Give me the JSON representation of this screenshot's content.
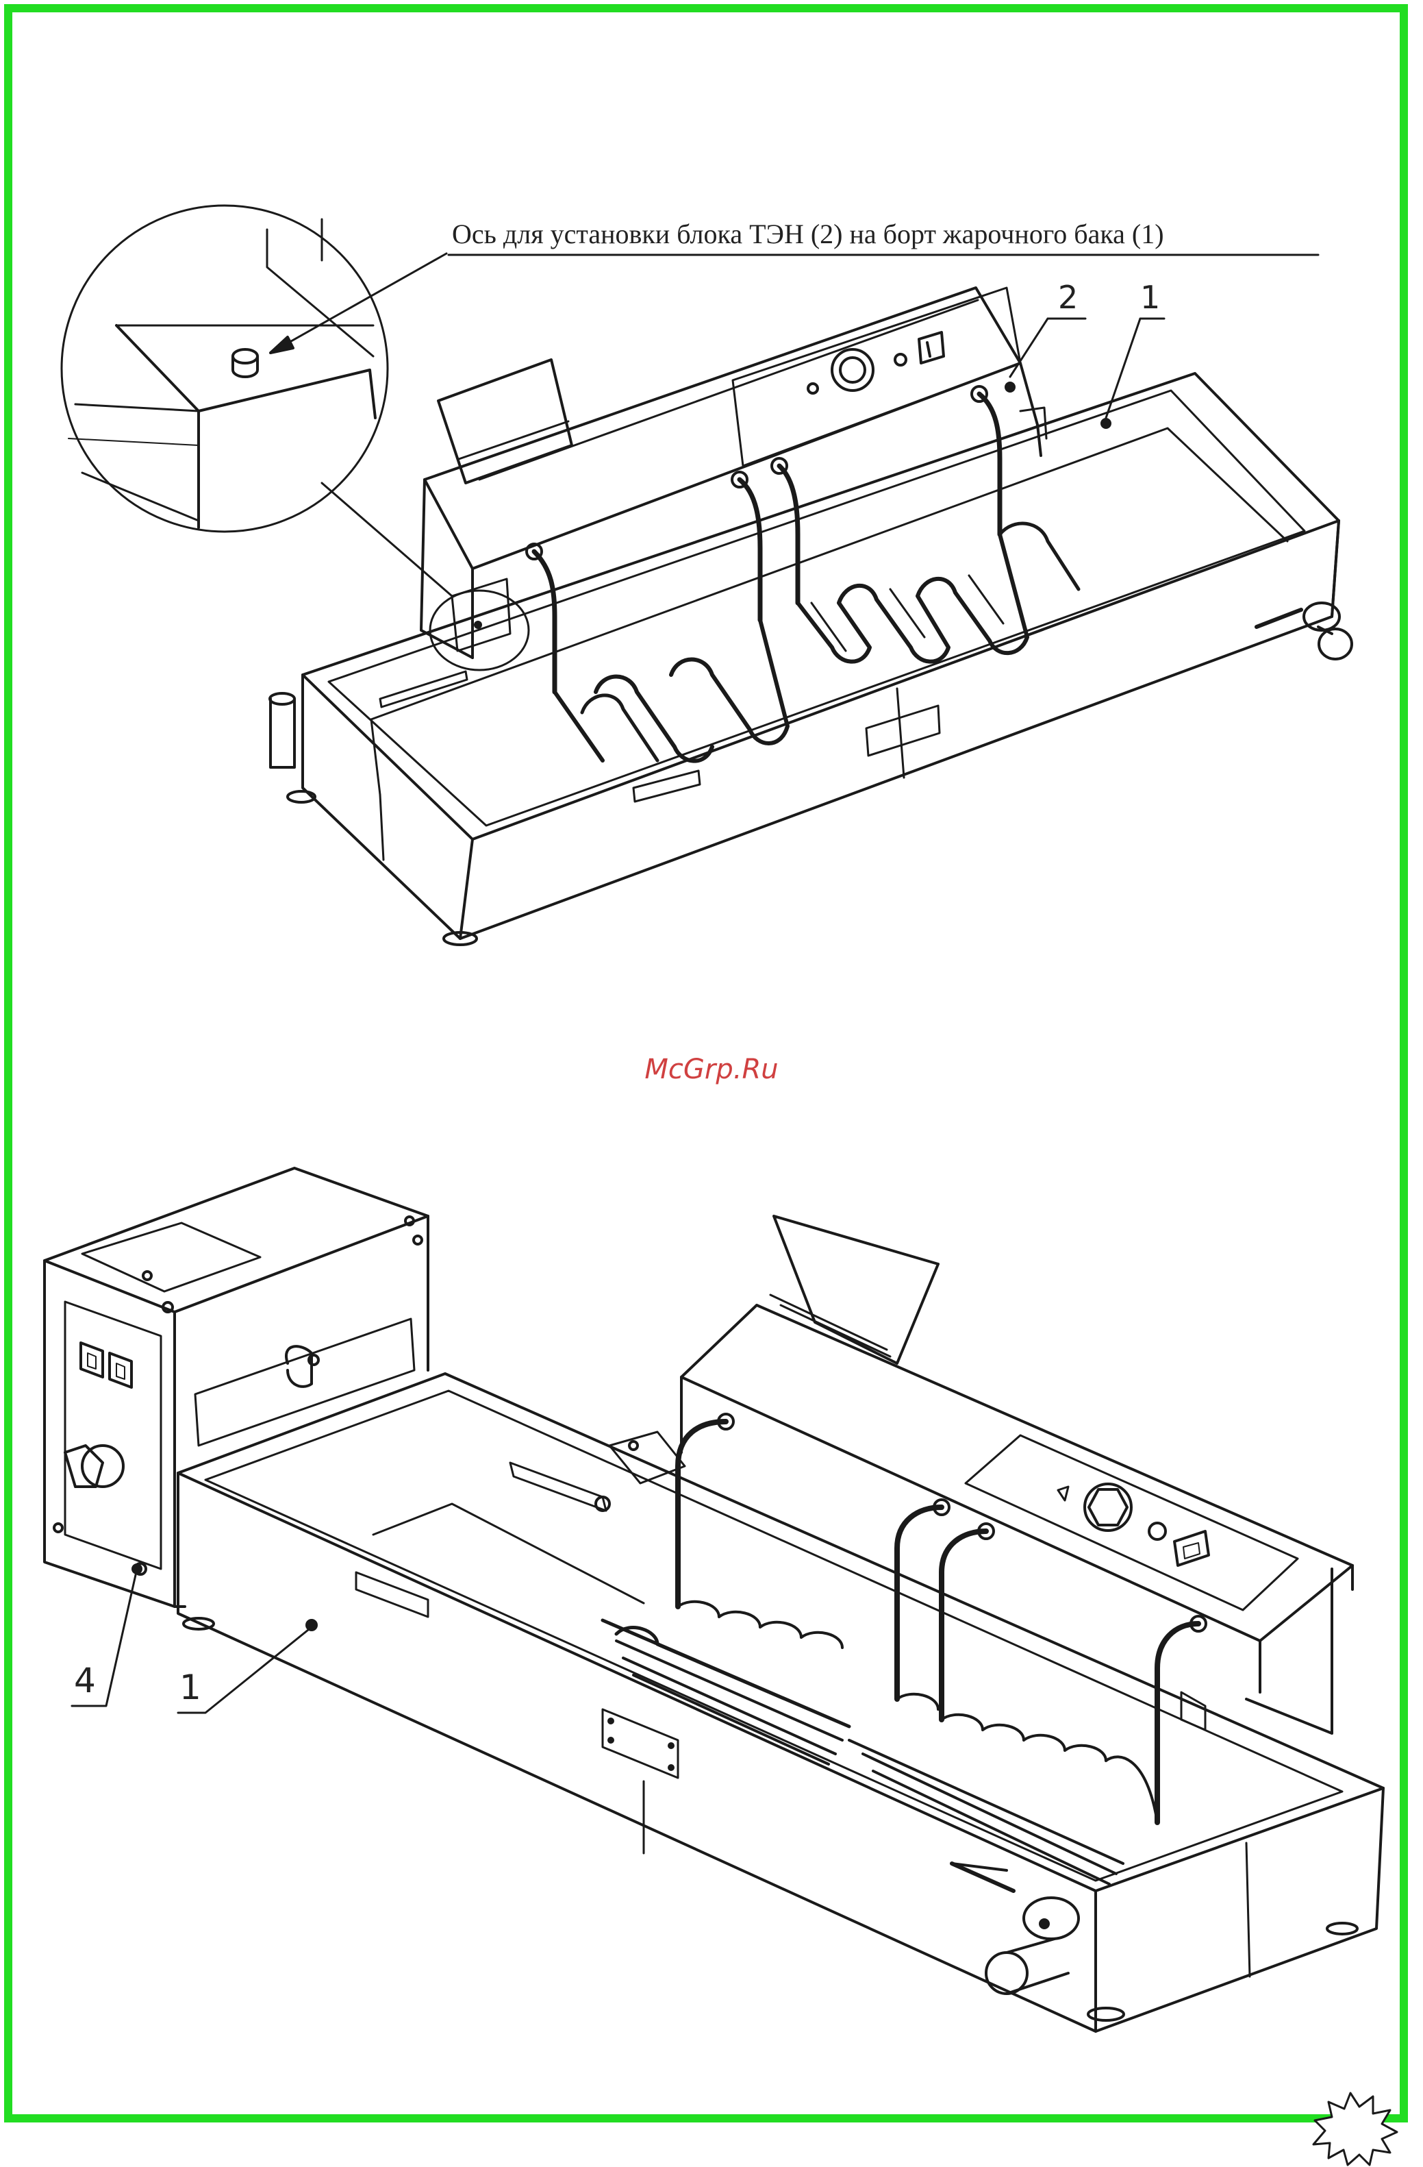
{
  "top_figure": {
    "callout_text": "Ось для установки блока ТЭН (2) на борт жарочного бака (1)",
    "label_2": "2",
    "label_1": "1"
  },
  "watermark": "McGrp.Ru",
  "bottom_figure": {
    "label_4": "4",
    "label_1": "1"
  },
  "colors": {
    "frame": "#22dd22",
    "watermark": "#d04040",
    "line": "#1a1a1a"
  }
}
